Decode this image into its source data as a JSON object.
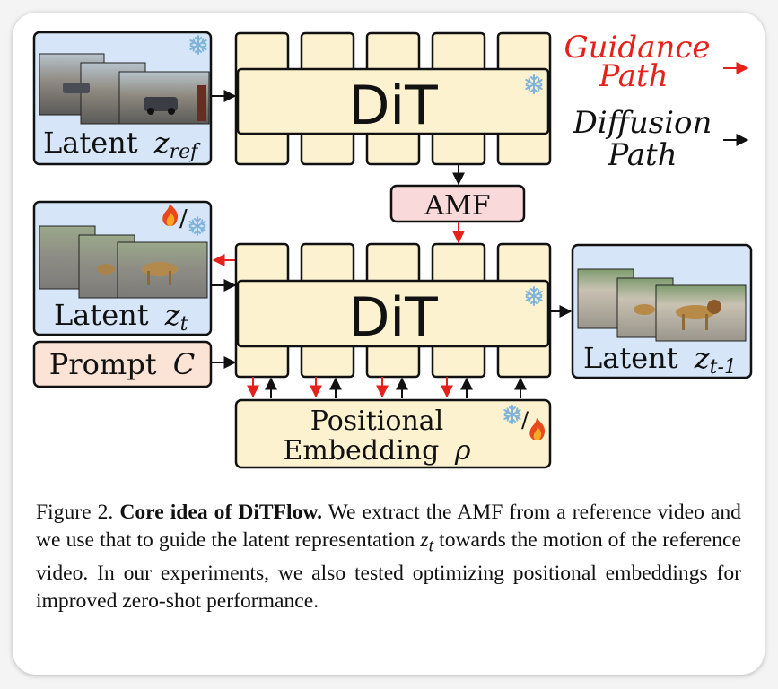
{
  "legend": {
    "guidance_label_line1": "Guidance",
    "guidance_label_line2": "Path",
    "diffusion_label_line1": "Diffusion",
    "diffusion_label_line2": "Path",
    "guidance_color": "#e5211b",
    "diffusion_color": "#111111"
  },
  "blocks": {
    "dit_top": "DiT",
    "dit_bottom": "DiT",
    "amf": "AMF",
    "prompt": "Prompt",
    "prompt_symbol": "C",
    "pos_line1": "Positional",
    "pos_line2": "Embedding",
    "pos_symbol": "ρ"
  },
  "latents": {
    "ref_label": "Latent",
    "ref_var": "z",
    "ref_sub": "ref",
    "t_label": "Latent",
    "t_var": "z",
    "t_sub": "t",
    "t1_label": "Latent",
    "t1_var": "z",
    "t1_sub": "t-1"
  },
  "icons": {
    "frozen": "snowflake-icon",
    "trainable": "fire-icon",
    "separator": "/"
  },
  "colors": {
    "dit_fill": "#fdf2d0",
    "latent_fill": "#d6e5f7",
    "amf_fill": "#f9d9d9",
    "prompt_fill": "#fbe3d6",
    "guidance_arrow": "#e5211b",
    "snowflake": "#7fb3d8"
  },
  "caption": {
    "figure_label": "Figure 2.",
    "bold_title": "Core idea of DiTFlow.",
    "text_part1": "We extract the AMF from a reference video and we use that to guide the latent representation",
    "var": "z",
    "var_sub": "t",
    "text_part2": "towards the motion of the reference video. In our experiments, we also tested optimizing positional embeddings for improved zero-shot performance."
  }
}
